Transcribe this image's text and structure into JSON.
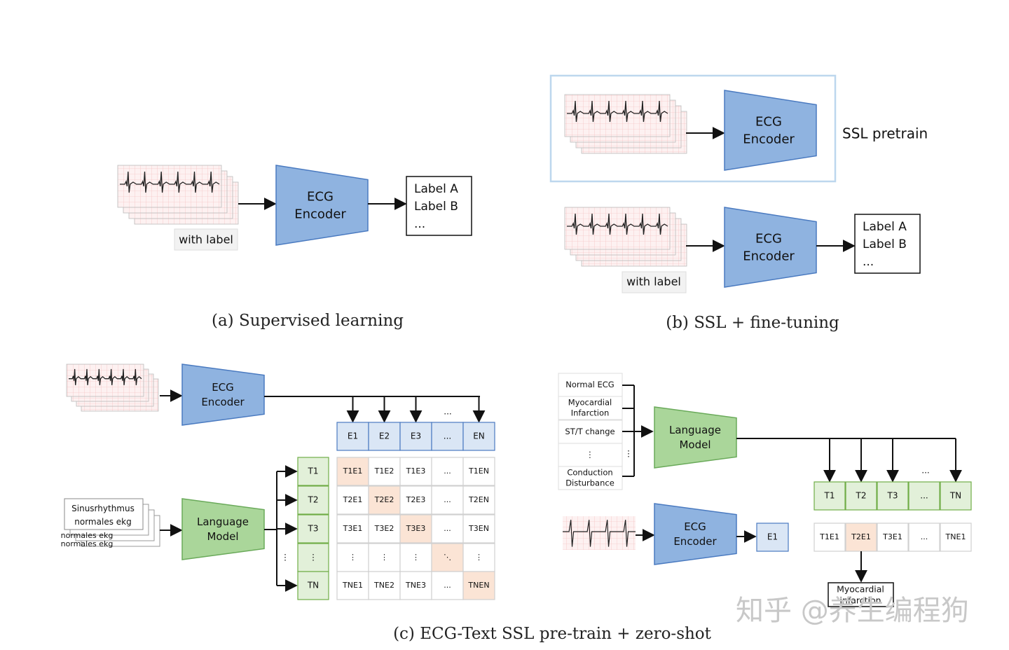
{
  "colors": {
    "encoder_fill": "#8fb3e0",
    "encoder_stroke": "#4a7ac0",
    "lm_fill": "#aad69a",
    "lm_stroke": "#6aaa5a",
    "t_cell_fill": "#e2f0d9",
    "t_cell_stroke": "#70ad47",
    "e_cell_fill": "#dae6f5",
    "e_cell_stroke": "#4a7ac0",
    "diag_fill": "#fbe4d5",
    "ecg_grid": "#f4b6b6",
    "ecg_bg": "#fdf1f1",
    "ssl_box": "#bdd7ee"
  },
  "panel_a": {
    "encoder": [
      "ECG",
      "Encoder"
    ],
    "labels": [
      "Label A",
      "Label B",
      "..."
    ],
    "with_label": "with label",
    "caption": "(a) Supervised learning"
  },
  "panel_b": {
    "encoder_top": [
      "ECG",
      "Encoder"
    ],
    "ssl_pretrain": "SSL pretrain",
    "encoder_bottom": [
      "ECG",
      "Encoder"
    ],
    "labels": [
      "Label A",
      "Label B",
      "..."
    ],
    "with_label": "with label",
    "caption": "(b) SSL + fine-tuning"
  },
  "panel_c": {
    "encoder": [
      "ECG",
      "Encoder"
    ],
    "language_model": [
      "Language",
      "Model"
    ],
    "text_card": [
      "Sinusrhythmus",
      "normales ekg"
    ],
    "text_card_back": [
      "normales ekg",
      "normales ekg"
    ],
    "e_row": [
      "E1",
      "E2",
      "E3",
      "...",
      "EN"
    ],
    "t_col": [
      "T1",
      "T2",
      "T3",
      "⋮",
      "TN"
    ],
    "arrow_dots": "...",
    "left_dots": "⋮",
    "matrix": [
      [
        "T1E1",
        "T1E2",
        "T1E3",
        "...",
        "T1EN"
      ],
      [
        "T2E1",
        "T2E2",
        "T2E3",
        "...",
        "T2EN"
      ],
      [
        "T3E1",
        "T3E2",
        "T3E3",
        "...",
        "T3EN"
      ],
      [
        "⋮",
        "⋮",
        "⋮",
        "⋱",
        "⋮"
      ],
      [
        "TNE1",
        "TNE2",
        "TNE3",
        "...",
        "TNEN"
      ]
    ],
    "caption": "(c) ECG-Text SSL pre-train + zero-shot"
  },
  "panel_d": {
    "prompts": [
      [
        "Normal ECG"
      ],
      [
        "Myocardial",
        "Infarction"
      ],
      [
        "ST/T change"
      ],
      [
        "⋮"
      ],
      [
        "Conduction",
        "Disturbance"
      ]
    ],
    "bracket_dots": "⋮",
    "language_model": [
      "Language",
      "Model"
    ],
    "t_row": [
      "T1",
      "T2",
      "T3",
      "...",
      "TN"
    ],
    "arrow_dots": "...",
    "sim_row": [
      "T1E1",
      "T2E1",
      "T3E1",
      "...",
      "TNE1"
    ],
    "encoder": [
      "ECG",
      "Encoder"
    ],
    "e1": "E1",
    "result": [
      "Myocardial",
      "infarction"
    ]
  },
  "watermark": "知乎 @养生编程狗"
}
